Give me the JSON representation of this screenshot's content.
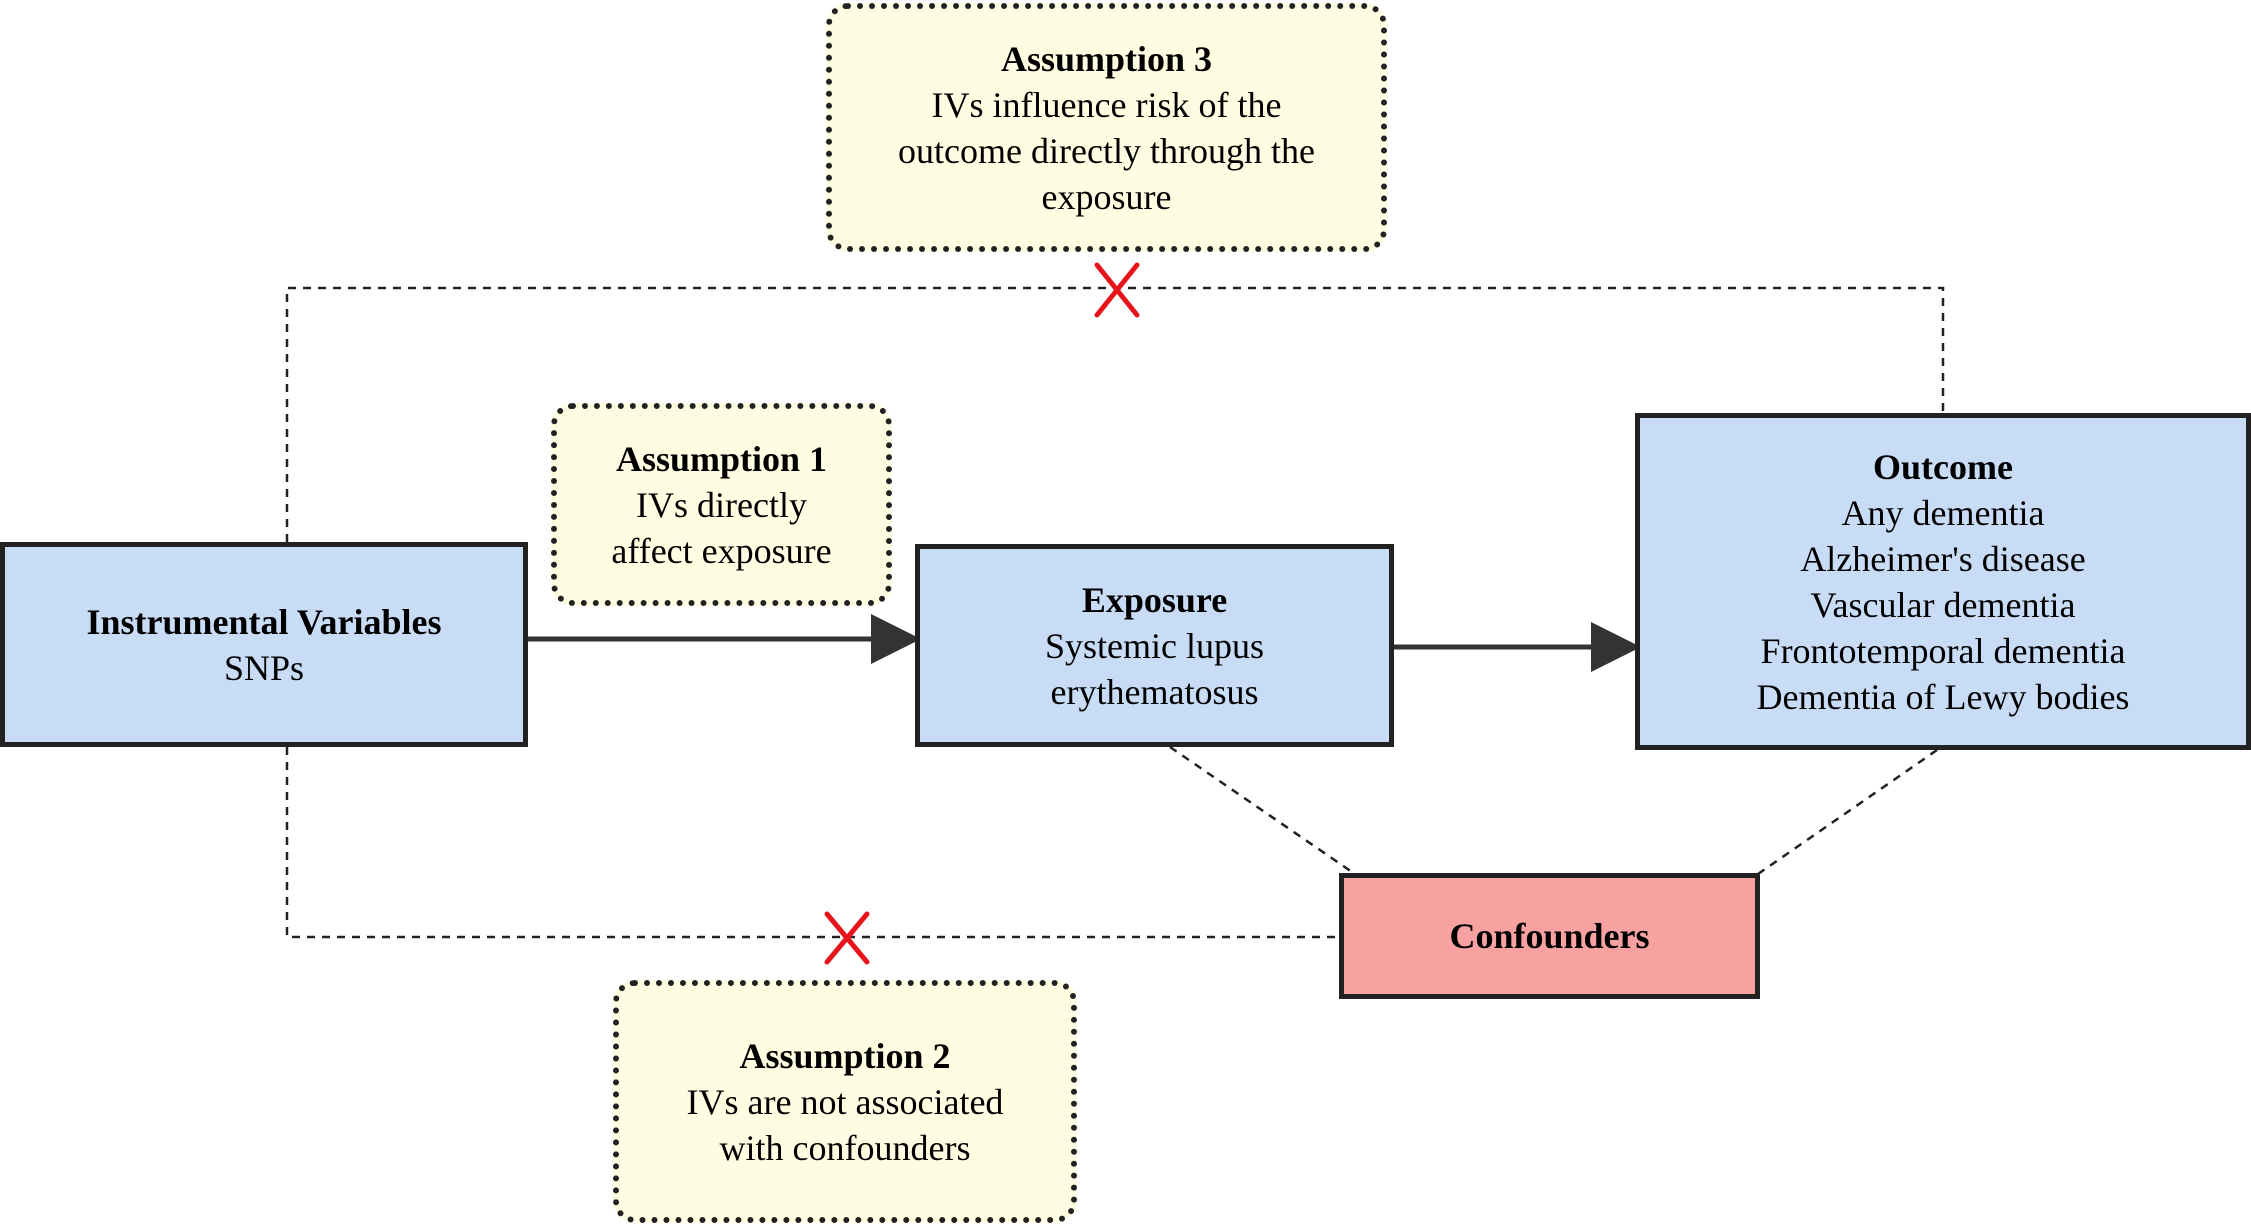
{
  "nodes": {
    "instruments": {
      "title": "Instrumental Variables",
      "lines": [
        "SNPs"
      ]
    },
    "exposure": {
      "title": "Exposure",
      "lines": [
        "Systemic lupus",
        "erythematosus"
      ]
    },
    "outcome": {
      "title": "Outcome",
      "lines": [
        "Any dementia",
        "Alzheimer's disease",
        "Vascular dementia",
        "Frontotemporal dementia",
        "Dementia of Lewy bodies"
      ]
    },
    "confounders": {
      "title": "Confounders"
    }
  },
  "assumptions": {
    "a1": {
      "title": "Assumption 1",
      "lines": [
        "IVs directly",
        "affect exposure"
      ]
    },
    "a2": {
      "title": "Assumption 2",
      "lines": [
        "IVs are not associated",
        "with confounders"
      ]
    },
    "a3": {
      "title": "Assumption 3",
      "lines": [
        "IVs influence risk of the",
        "outcome directly through the",
        "exposure"
      ]
    }
  },
  "colors": {
    "node_fill": "#c9dcf6",
    "confounder_fill": "#f8a1a1",
    "assumption_fill": "#fefde1",
    "border": "#222222",
    "cross": "#e8141b"
  },
  "markers": [
    "cross-mark-direct-path",
    "cross-mark-confounder-path"
  ]
}
